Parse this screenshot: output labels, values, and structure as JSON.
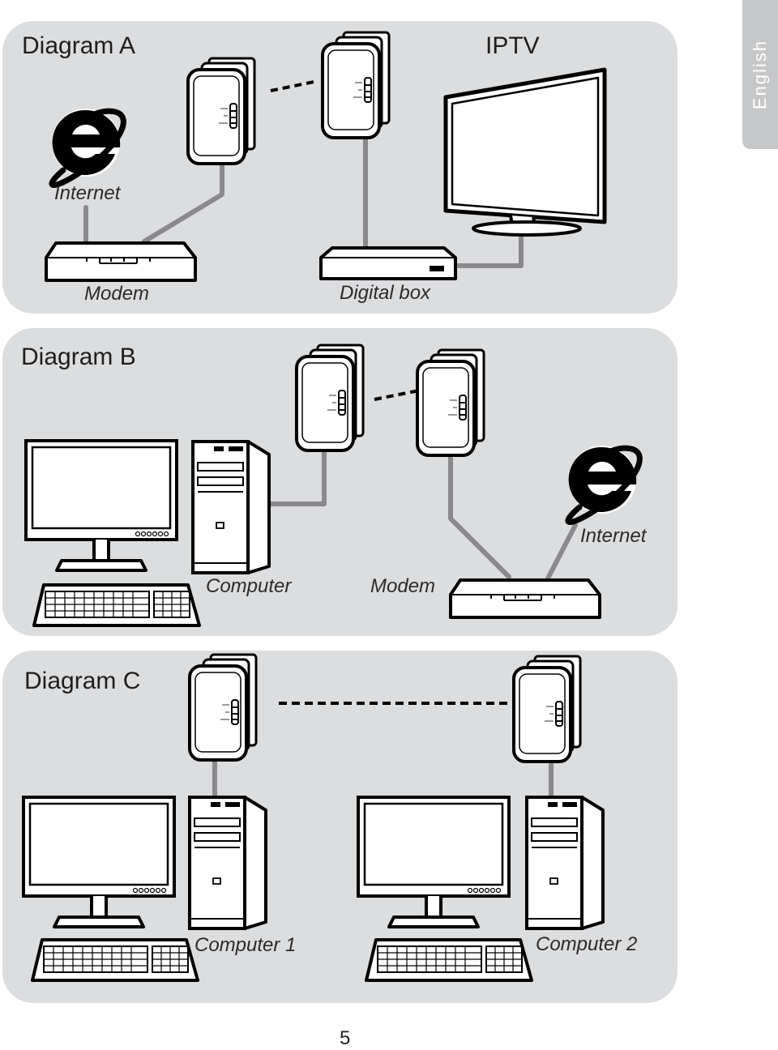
{
  "language_tab": "English",
  "diagram_a": {
    "title": "Diagram A",
    "iptv_label": "IPTV",
    "internet_label": "Internet",
    "modem_label": "Modem",
    "digital_box_label": "Digital box"
  },
  "diagram_b": {
    "title": "Diagram B",
    "computer_label": "Computer",
    "modem_label": "Modem",
    "internet_label": "Internet"
  },
  "diagram_c": {
    "title": "Diagram C",
    "computer1_label": "Computer 1",
    "computer2_label": "Computer 2"
  },
  "page_number": "5",
  "colors": {
    "panel": "#dcdddf",
    "cable": "#8a8a8c",
    "tab": "#c6c7c9"
  }
}
